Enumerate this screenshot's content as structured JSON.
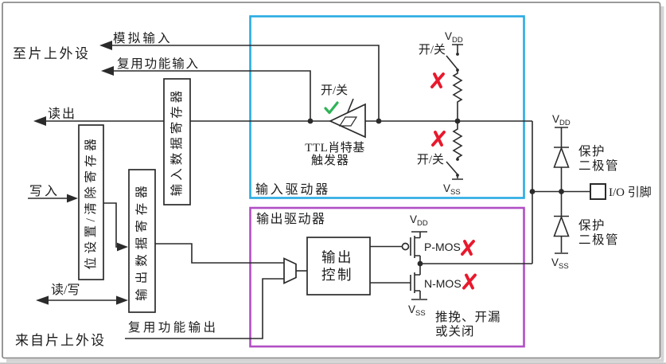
{
  "colors": {
    "line": "#2b2b2b",
    "text": "#1c1c1c",
    "input_driver_box": "#29abe2",
    "output_driver_box": "#b04fc4",
    "disabled_cross": "#e8192d",
    "enabled_check": "#2fb457",
    "frame": "#8c8c8c",
    "background": "#ffffff"
  },
  "icons": {
    "enabled_check": "✓",
    "disabled_cross": "✗"
  },
  "peripheral_side": {
    "to_on_chip_peripheral": "至片上外设",
    "from_on_chip_peripheral": "来自片上外设",
    "analog_input": "模拟输入",
    "alternate_function_input": "复用功能输入",
    "read": "读出",
    "write": "写入",
    "read_write": "读/写",
    "alternate_function_output": "复用功能输出"
  },
  "registers": {
    "bit_set_reset": "位设置/清除寄存器",
    "output_data": "输出数据寄存器",
    "input_data": "输入数据寄存器"
  },
  "input_driver": {
    "title": "输入驱动器",
    "schmitt_trigger_line1": "TTL肖特基",
    "schmitt_trigger_line2": "触发器",
    "trigger_switch": "开/关",
    "pull_up_switch": "开/关",
    "pull_down_switch": "开/关"
  },
  "output_driver": {
    "title": "输出驱动器",
    "output_control_line1": "输出",
    "output_control_line2": "控制",
    "pmos": "P-MOS",
    "nmos": "N-MOS",
    "mode_line1": "推挽、开漏",
    "mode_line2": "或关闭"
  },
  "power": {
    "v": "V",
    "dd": "DD",
    "ss": "SS"
  },
  "pin_side": {
    "protection_diode_top_line1": "保护",
    "protection_diode_top_line2": "二极管",
    "protection_diode_bottom_line1": "保护",
    "protection_diode_bottom_line2": "二极管",
    "io_pin": "I/O 引脚"
  }
}
